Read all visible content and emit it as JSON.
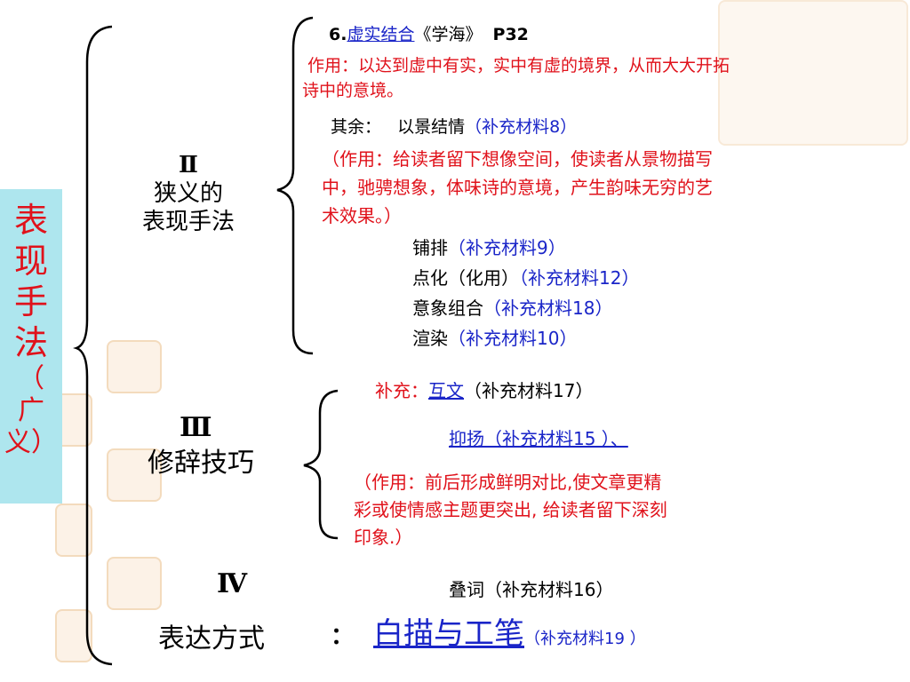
{
  "left_title": {
    "main": [
      "表",
      "现",
      "手",
      "法"
    ],
    "paren": [
      "（",
      "广",
      "义）"
    ]
  },
  "section2": {
    "numeral": "Ⅱ",
    "line1": "狭义的",
    "line2": "表现手法"
  },
  "section3": {
    "numeral": "Ⅲ",
    "title": "修辞技巧"
  },
  "section4": {
    "numeral": "Ⅳ",
    "title": "表达方式",
    "colon": "："
  },
  "item6": {
    "num": "6.",
    "link": "虚实结合",
    "book": "《学海》",
    "page": "P32"
  },
  "effect1": {
    "line1": "作用：以达到虚中有实，实中有虚的境界，从而大大开拓",
    "line2": "诗中的意境。"
  },
  "others": {
    "prefix": "其余：",
    "label": "以景结情",
    "ref": "（补充材料8）"
  },
  "effect2": {
    "line1": "（作用：给读者留下想像空间，使读者从景物描写",
    "line2": "中，驰骋想象，体味诗的意境，产生韵味无穷的艺",
    "line3": "术效果。）"
  },
  "list": [
    {
      "label": "铺排",
      "ref": "（补充材料9）"
    },
    {
      "label": "点化（化用）",
      "ref": "（补充材料12）"
    },
    {
      "label": "意象组合",
      "ref": "（补充材料18）"
    },
    {
      "label": "渲染",
      "ref": "（补充材料10）"
    }
  ],
  "supplement": {
    "prefix": "补充：",
    "link": "互文",
    "ref": "（补充材料17）"
  },
  "yiyang": {
    "text": "抑扬（补充材料15 ）、"
  },
  "effect3": {
    "line1": "（作用：前后形成鲜明对比,使文章更精",
    "line2": "彩或使情感主题更突出, 给读者留下深刻",
    "line3": "印象.）"
  },
  "diecí": {
    "text": "叠词（补充材料16）"
  },
  "baimiao": {
    "link": "白描与工笔",
    "ref": "（补充材料19 ）"
  },
  "colors": {
    "red": "#e0121b",
    "blue": "#1a25c8",
    "panel": "#aee6ee"
  }
}
